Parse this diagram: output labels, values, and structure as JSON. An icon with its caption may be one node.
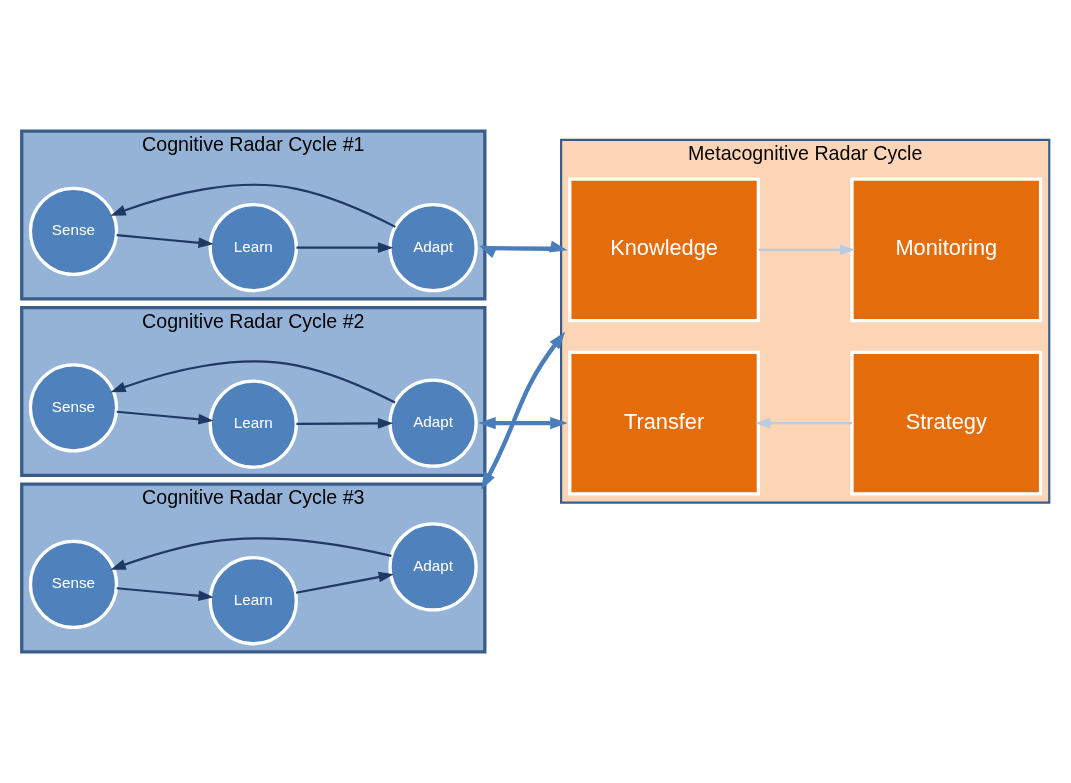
{
  "diagram": {
    "nodes": [
      {
        "text": [
          "Cognitive Radar Cycle #1"
        ]
      },
      {
        "text": [
          "Sense"
        ],
        "in": 0
      },
      {
        "text": [
          "Learn"
        ],
        "in": 0
      },
      {
        "text": [
          "Adapt"
        ],
        "in": 0
      },
      {
        "text": [
          "Cognitive Radar Cycle #2"
        ]
      },
      {
        "text": [
          "Sense"
        ],
        "in": 4
      },
      {
        "text": [
          "Learn"
        ],
        "in": 4
      },
      {
        "text": [
          "Adapt"
        ],
        "in": 4
      },
      {
        "text": [
          "Cognitive Radar Cycle #3"
        ]
      },
      {
        "text": [
          "Sense"
        ],
        "in": 8
      },
      {
        "text": [
          "Learn"
        ],
        "in": 8
      },
      {
        "text": [
          "Adapt"
        ],
        "in": 8
      },
      {
        "text": [
          "Metacognitive Radar Cycle"
        ]
      },
      {
        "text": [
          "Knowledge"
        ],
        "in": 12
      },
      {
        "text": [
          "Monitoring"
        ],
        "in": 12
      },
      {
        "text": [
          "Transfer"
        ],
        "in": 12
      },
      {
        "text": [
          "Strategy"
        ],
        "in": 12
      }
    ],
    "edges": [
      {
        "from": 1,
        "to": 2,
        "arrow": "to"
      },
      {
        "from": 2,
        "to": 3,
        "arrow": "to"
      },
      {
        "from": 3,
        "to": 1,
        "arrow": "to"
      },
      {
        "from": 5,
        "to": 6,
        "arrow": "to"
      },
      {
        "from": 6,
        "to": 7,
        "arrow": "to"
      },
      {
        "from": 7,
        "to": 5,
        "arrow": "to"
      },
      {
        "from": 9,
        "to": 10,
        "arrow": "to"
      },
      {
        "from": 10,
        "to": 11,
        "arrow": "to"
      },
      {
        "from": 11,
        "to": 9,
        "arrow": "to"
      },
      {
        "from": 0,
        "to": 12,
        "arrow": "both",
        "style": "thick",
        "color": "#4a7ebb"
      },
      {
        "from": 4,
        "to": 12,
        "arrow": "both",
        "style": "thick",
        "color": "#4a7ebb"
      },
      {
        "from": 8,
        "to": 12,
        "arrow": "both",
        "style": "thick",
        "color": "#4a7ebb"
      },
      {
        "from": 13,
        "to": 14,
        "arrow": "to",
        "color": "#b8cce4"
      },
      {
        "from": 16,
        "to": 15,
        "arrow": "to",
        "color": "#b8cce4"
      }
    ]
  }
}
